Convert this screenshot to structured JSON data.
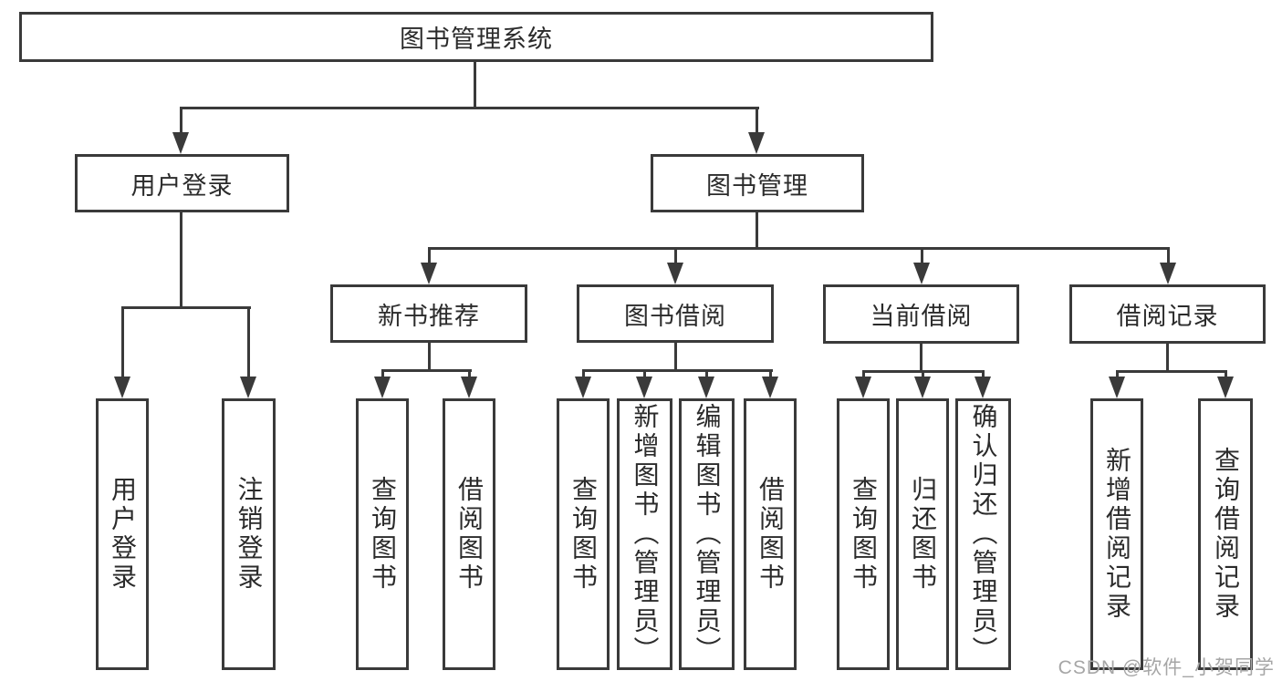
{
  "tree": {
    "root": {
      "label": "图书管理系统"
    },
    "user_branch": {
      "label": "用户登录",
      "children": [
        {
          "label": "用户登录"
        },
        {
          "label": "注销登录"
        }
      ]
    },
    "book_branch": {
      "label": "图书管理",
      "modules": [
        {
          "label": "新书推荐",
          "children": [
            {
              "label": "查询图书"
            },
            {
              "label": "借阅图书"
            }
          ]
        },
        {
          "label": "图书借阅",
          "children": [
            {
              "label": "查询图书"
            },
            {
              "label": "新增图书（管理员）"
            },
            {
              "label": "编辑图书（管理员）"
            },
            {
              "label": "借阅图书"
            }
          ]
        },
        {
          "label": "当前借阅",
          "children": [
            {
              "label": "查询图书"
            },
            {
              "label": "归还图书"
            },
            {
              "label": "确认归还（管理员）"
            }
          ]
        },
        {
          "label": "借阅记录",
          "children": [
            {
              "label": "新增借阅记录"
            },
            {
              "label": "查询借阅记录"
            }
          ]
        }
      ]
    }
  },
  "watermark": {
    "text": "CSDN @软件_小贺同学"
  },
  "colors": {
    "line": "#3a3a3a",
    "text": "#2b2b2b",
    "watermark": "#a6a6a6",
    "background": "#ffffff"
  }
}
